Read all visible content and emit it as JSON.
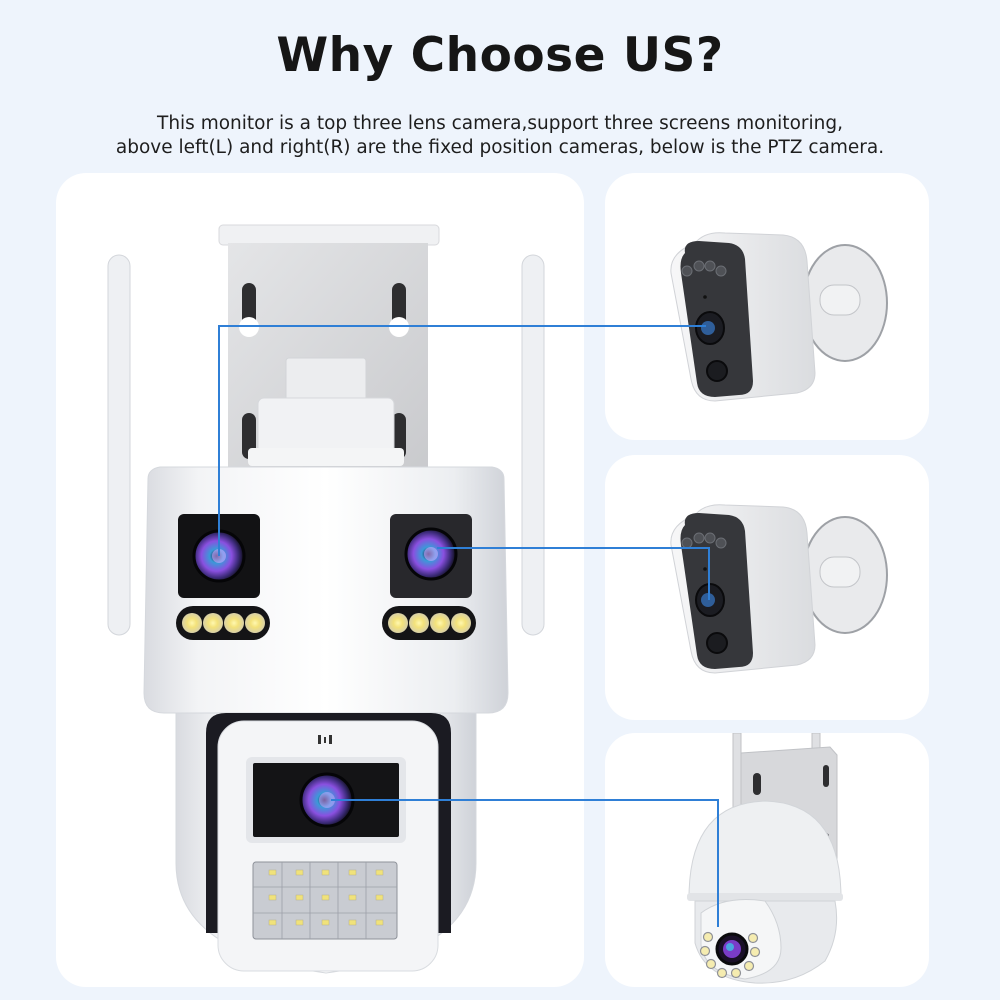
{
  "header": {
    "title": "Why Choose US?",
    "subtitle_line1": "This monitor is a top three lens camera,support three screens monitoring,",
    "subtitle_line2": "above left(L) and right(R) are the fixed position cameras, below is the PTZ camera."
  },
  "colors": {
    "background": "#eef4fc",
    "panel": "#ffffff",
    "connector_line": "#2f7fd6",
    "lens_purple": "#7a3cc8",
    "lens_blue": "#2aa0e0"
  },
  "main_product": {
    "name": "three-lens-camera",
    "lenses": [
      {
        "position": "left (L)",
        "type": "fixed"
      },
      {
        "position": "right (R)",
        "type": "fixed"
      },
      {
        "position": "below",
        "type": "PTZ"
      }
    ],
    "led_groups": [
      4,
      4
    ],
    "floodlight_grid": {
      "rows": 3,
      "cols": 5
    }
  },
  "side_panels": [
    {
      "label": "fixed-left-view",
      "device": "bullet-style-camera"
    },
    {
      "label": "fixed-right-view",
      "device": "bullet-style-camera"
    },
    {
      "label": "ptz-view",
      "device": "ptz-dome-camera"
    }
  ]
}
